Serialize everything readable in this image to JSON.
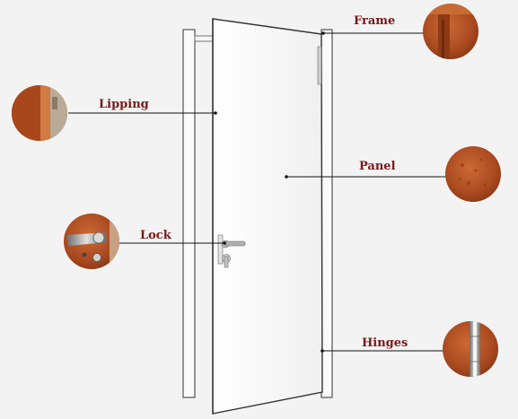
{
  "labels": {
    "frame": "Frame",
    "lipping": "Lipping",
    "panel": "Panel",
    "lock": "Lock",
    "hinges": "Hinges"
  },
  "colors": {
    "background": "#f3f3f3",
    "label_text": "#7a1818",
    "leader_line": "#111111",
    "door_outline": "#333333",
    "wood": "#b8572a"
  }
}
